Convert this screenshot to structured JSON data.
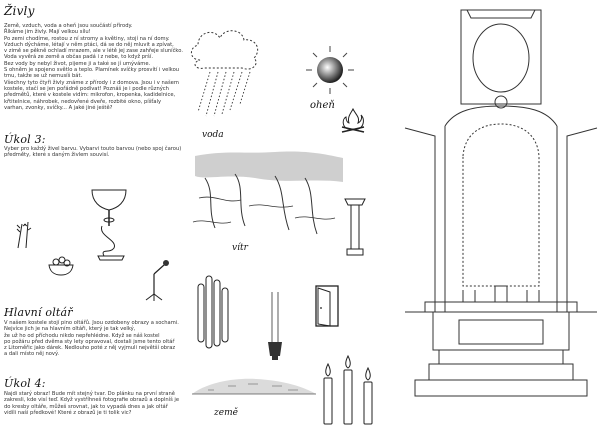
{
  "sections": {
    "zivly": {
      "heading": "Živly",
      "lines": [
        "Země, vzduch, voda a oheň jsou součástí přírody.",
        "Říkáme jim živly. Mají velkou sílu!",
        "Po zemi chodíme, rostou z ní stromy a květiny, stojí na ní domy.",
        "Vzduch dýcháme, létají v něm ptáci, dá se do něj mluvit a zpívat,",
        "v zimě se pěkně ochladí mrazem, ale v létě jej zase zahřeje sluníčko.",
        "Voda vyvěrá ze země a občas padá i z nebe, to když prší.",
        "Bez vody by nebyl život, pijeme ji a také se jí umýváme.",
        "S ohněm je spojeno světlo a teplo. Plamínek svíčky prosvítí i velkou",
        "tmu, takže se už nemusíš bát.",
        "Všechny tyto čtyři živly známe z přírody i z domova. Jsou i v našem",
        "kostele, stačí se jen pořádně podívat! Poznáš je i podle různých",
        "předmětů, které v kostele vidím: mikrofon, kropenka, kadidelnice,",
        "křtitelnice, náhrobek, nedovřené dveře, rozbité okno, píšťaly",
        "varhan, zvonky, svíčky... A jaké jiné ještě?"
      ]
    },
    "ukol3": {
      "heading": "Úkol 3:",
      "lines": [
        "Vyber pro každý živel barvu. Vybarvi touto barvou (nebo spoj čarou)",
        "předměty, které s daným živlem souvisí."
      ]
    },
    "hlavni_oltar": {
      "heading": "Hlavní oltář",
      "lines": [
        "V našem kostele stojí pino oltářů. Jsou ozdobeny obrazy a sochami.",
        "Nejvíce jich je na hlavním oltáři, který je tak velký,",
        "že už ho od příchodu nikdo nepřehlédne. Když se náš kostel",
        "po požáru před dvěma sty lety opravoval, dostali jsme tento oltář",
        "z Litoměřic jako dárek. Nedlouho poté z něj vyjmuli největší obraz",
        "a dali místo něj nový."
      ]
    },
    "ukol4": {
      "heading": "Úkol 4:",
      "lines": [
        "Najdi starý obraz! Bude mít stejný tvar. Do plánku na první straně",
        "zakresli, kde visí teď. Když vystříhneš fotografie obrazů a doplníš je",
        "do kresby oltáře, můžeš srovnat, jak to vypadá dnes a jak oltář",
        "vidíli naši předkové! Které z obrazů je ti tolik vic?"
      ]
    }
  },
  "labels": {
    "voda": "voda",
    "ohen": "oheň",
    "vitr": "vítr",
    "zeme": "země"
  },
  "icons": [
    "rain-cloud-icon",
    "sun-icon",
    "campfire-icon",
    "wind-trees-icon",
    "chalice-icon",
    "wheat-icon",
    "bowl-icon",
    "microphone-icon",
    "font-pillar-icon",
    "organ-pipes-icon",
    "door-icon",
    "censer-icon",
    "candles-icon",
    "ground-icon",
    "altar-drawing"
  ]
}
